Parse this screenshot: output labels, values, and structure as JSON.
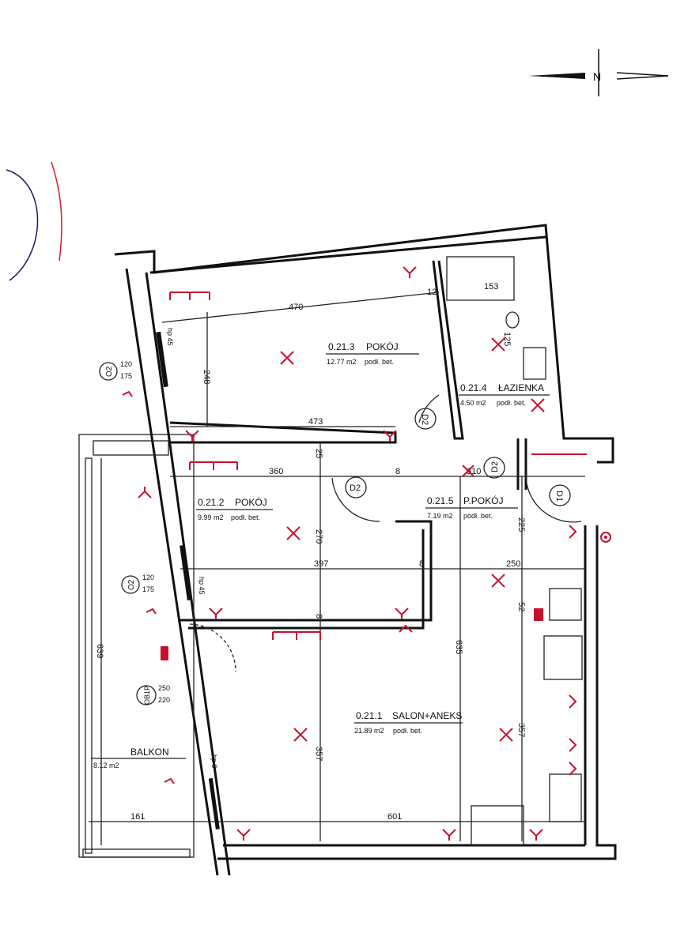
{
  "compass": {
    "label": "N"
  },
  "rooms": [
    {
      "id": "0.21.3",
      "name": "POKÓJ",
      "area": "12.77 m2",
      "floor": "podł. bet."
    },
    {
      "id": "0.21.4",
      "name": "ŁAZIENKA",
      "area": "4.50 m2",
      "floor": "podł. bet."
    },
    {
      "id": "0.21.2",
      "name": "POKÓJ",
      "area": "9.99 m2",
      "floor": "podł. bet."
    },
    {
      "id": "0.21.5",
      "name": "P.POKÓJ",
      "area": "7.19 m2",
      "floor": "podł. bet."
    },
    {
      "id": "0.21.1",
      "name": "SALON+ANEKS",
      "area": "21.89 m2",
      "floor": "podł. bet."
    }
  ],
  "balcony": {
    "name": "BALKON",
    "area": "8.12 m2"
  },
  "dimensions": {
    "d470": "470",
    "d12": "12",
    "d153": "153",
    "d248": "248",
    "d125": "125",
    "d473": "473",
    "d25": "25",
    "d360": "360",
    "d8a": "8",
    "d310": "310",
    "d270": "270",
    "d225": "225",
    "d397": "397",
    "d8b": "8",
    "d250": "250",
    "d52": "52",
    "d8c": "8",
    "d639": "639",
    "d635": "635",
    "d357a": "357",
    "d357b": "357",
    "d161": "161",
    "d601": "601"
  },
  "doors": {
    "d2a": "D2",
    "d2b": "D2",
    "d2c": "D2",
    "d1": "D1"
  },
  "windows": [
    {
      "tag": "O2",
      "w": "120",
      "h": "175",
      "sill": "hp 45"
    },
    {
      "tag": "O2",
      "w": "120",
      "h": "175",
      "sill": "hp 45"
    },
    {
      "tag": "OB1P",
      "w": "250",
      "h": "220",
      "sill": "hp 0"
    }
  ],
  "colors": {
    "wall": "#111111",
    "electrical": "#c8102e"
  }
}
